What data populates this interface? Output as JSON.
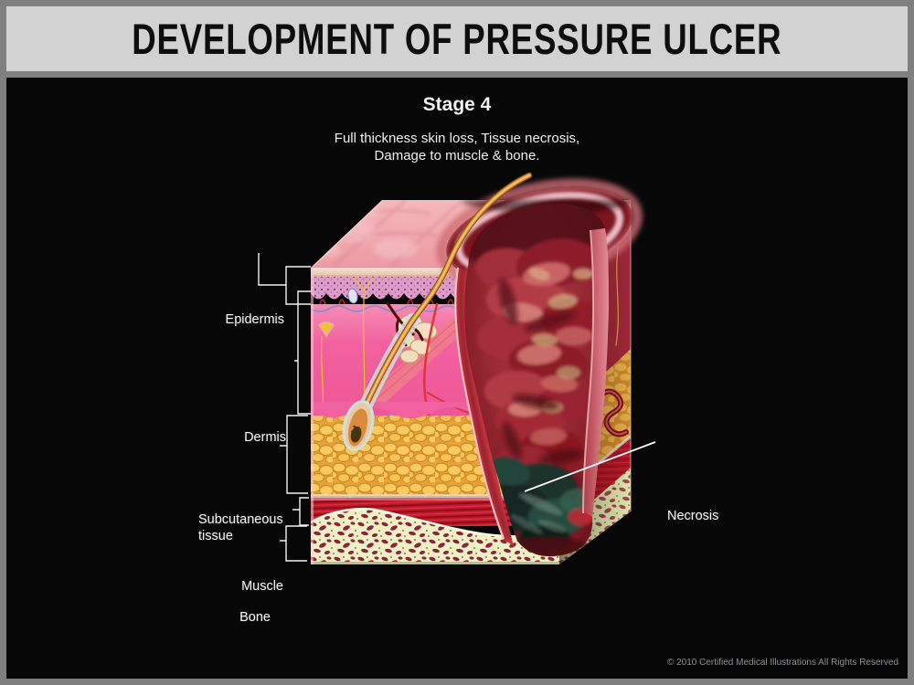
{
  "header": {
    "title": "DEVELOPMENT OF PRESSURE ULCER"
  },
  "stage": {
    "title": "Stage 4",
    "description_line1": "Full thickness skin loss, Tissue necrosis,",
    "description_line2": "Damage to muscle & bone."
  },
  "labels": {
    "epidermis": "Epidermis",
    "dermis": "Dermis",
    "subcutaneous_line1": "Subcutaneous",
    "subcutaneous_line2": "tissue",
    "muscle": "Muscle",
    "bone": "Bone",
    "necrosis": "Necrosis"
  },
  "footer": {
    "copyright": "© 2010 Certified Medical Illustrations All Rights Reserved"
  },
  "colors": {
    "frame_gray": "#7f7f7f",
    "header_bg": "#d2d2d2",
    "canvas_bg": "#070708",
    "label_text": "#f2f2f2",
    "dermis_pink": "#f2619f",
    "fat_yellow": "#e8a23c",
    "muscle_red": "#c2182a",
    "bone_cream": "#eef2c2",
    "ulcer_red": "#8c1f2c",
    "necrosis_dark": "#1c332c",
    "hair_orange": "#e59a38"
  }
}
